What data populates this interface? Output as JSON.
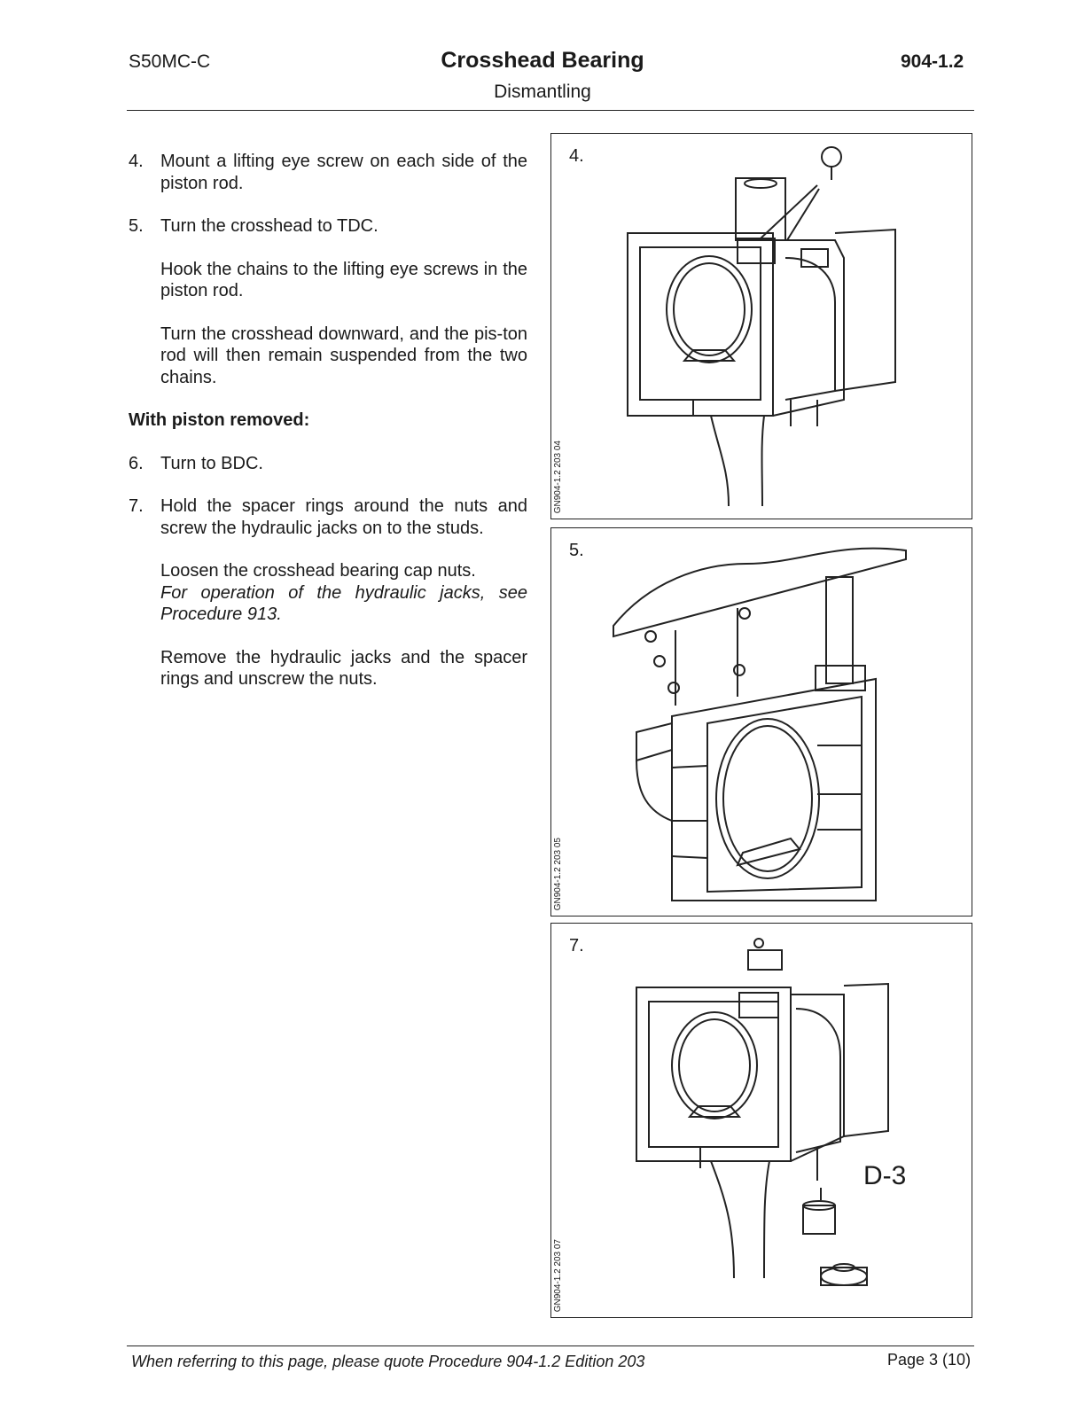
{
  "header": {
    "model": "S50MC-C",
    "title": "Crosshead Bearing",
    "subtitle": "Dismantling",
    "procedure": "904-1.2"
  },
  "steps": {
    "s4": {
      "num": "4.",
      "text": "Mount a lifting eye screw on each side of the piston rod."
    },
    "s5": {
      "num": "5.",
      "text": "Turn the crosshead to TDC.",
      "p1": "Hook the chains to the lifting eye screws in the piston rod.",
      "p2": "Turn the crosshead downward, and the pis-ton rod will then remain suspended from the two chains."
    },
    "subheading": "With piston removed:",
    "s6": {
      "num": "6.",
      "text": "Turn to BDC."
    },
    "s7": {
      "num": "7.",
      "text": "Hold the spacer rings around the nuts and screw the hydraulic jacks on to the studs.",
      "p1": "Loosen the crosshead bearing cap nuts.",
      "p1_italic": "For operation of the hydraulic jacks, see Procedure 913.",
      "p2": "Remove the hydraulic jacks and the spacer rings and unscrew the nuts."
    }
  },
  "figures": {
    "f4": {
      "label": "4.",
      "code": "GN904-1.2 203 04"
    },
    "f5": {
      "label": "5.",
      "code": "GN904-1.2 203 05"
    },
    "f7": {
      "label": "7.",
      "code": "GN904-1.2 203 07",
      "callout": "D-3"
    }
  },
  "footer": {
    "note": "When referring to this page, please quote Procedure 904-1.2 Edition 203",
    "page": "Page 3 (10)"
  }
}
